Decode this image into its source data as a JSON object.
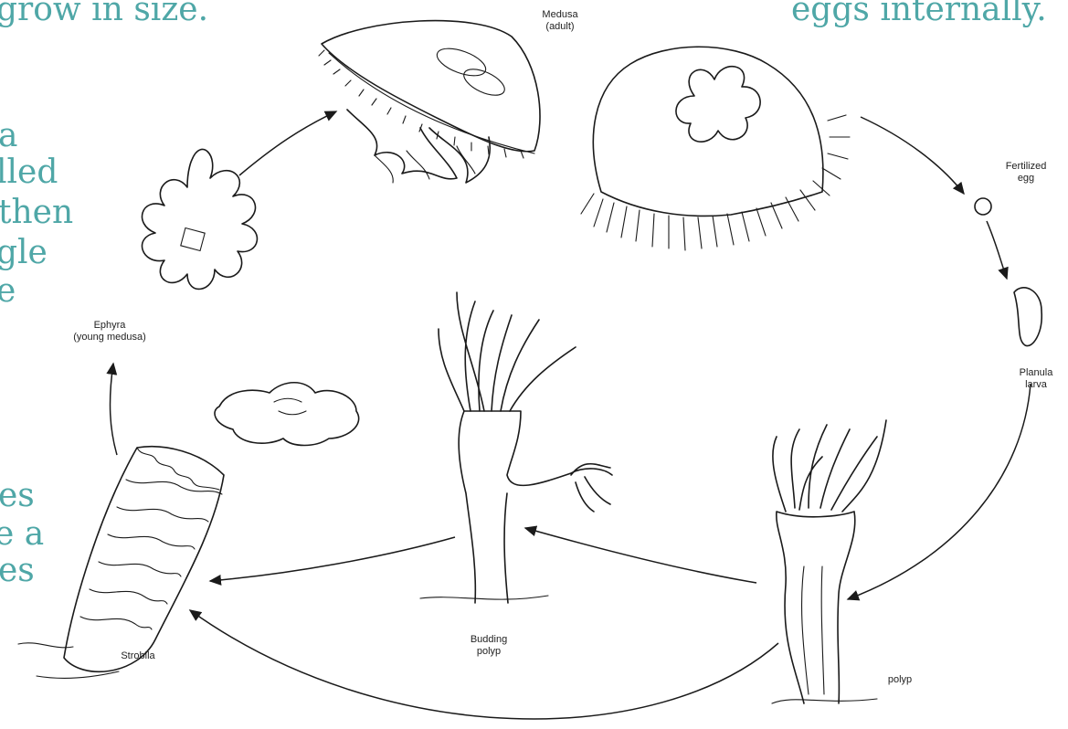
{
  "slide_text": {
    "top_left": "grow in size.",
    "top_right": "eggs internally.",
    "left_block_1": [
      "a",
      "lled",
      "then",
      "gle",
      "e"
    ],
    "left_block_2": [
      "es",
      "e a",
      "es"
    ]
  },
  "labels": {
    "medusa": [
      "Medusa",
      "(adult)"
    ],
    "fertilized_egg": [
      "Fertilized",
      "egg"
    ],
    "planula": [
      "Planula",
      "larva"
    ],
    "polyp": "polyp",
    "budding_polyp": [
      "Budding",
      "polyp"
    ],
    "strobila": "Strobila",
    "ephyra": [
      "Ephyra",
      "(young medusa)"
    ]
  }
}
